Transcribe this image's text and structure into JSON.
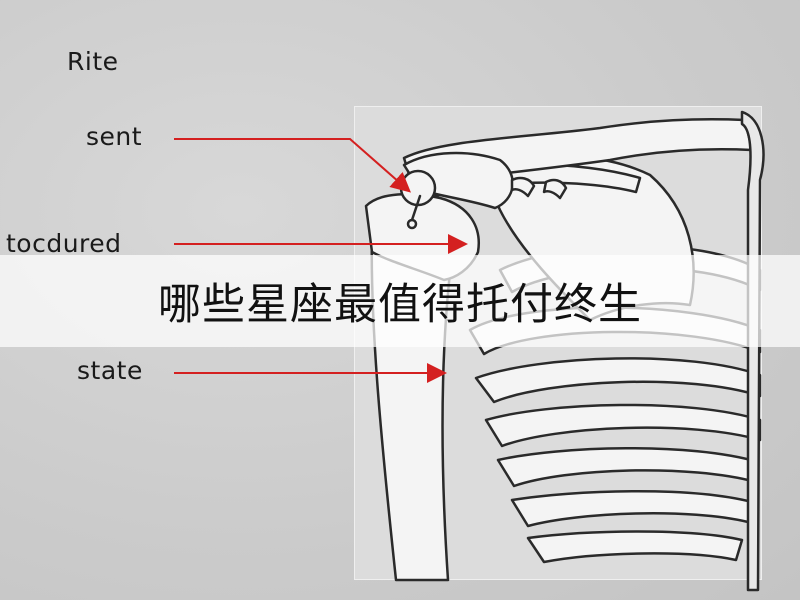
{
  "labels": {
    "rite": "Rite",
    "sent": "sent",
    "tocdured": "tocdured",
    "state": "state"
  },
  "banner": {
    "text": "哪些星座最值得托付终生"
  },
  "colors": {
    "arrow": "#d42020",
    "bone_stroke": "#2a2a2a",
    "bone_fill": "#f4f4f4",
    "banner_bg": "#ffffff"
  }
}
